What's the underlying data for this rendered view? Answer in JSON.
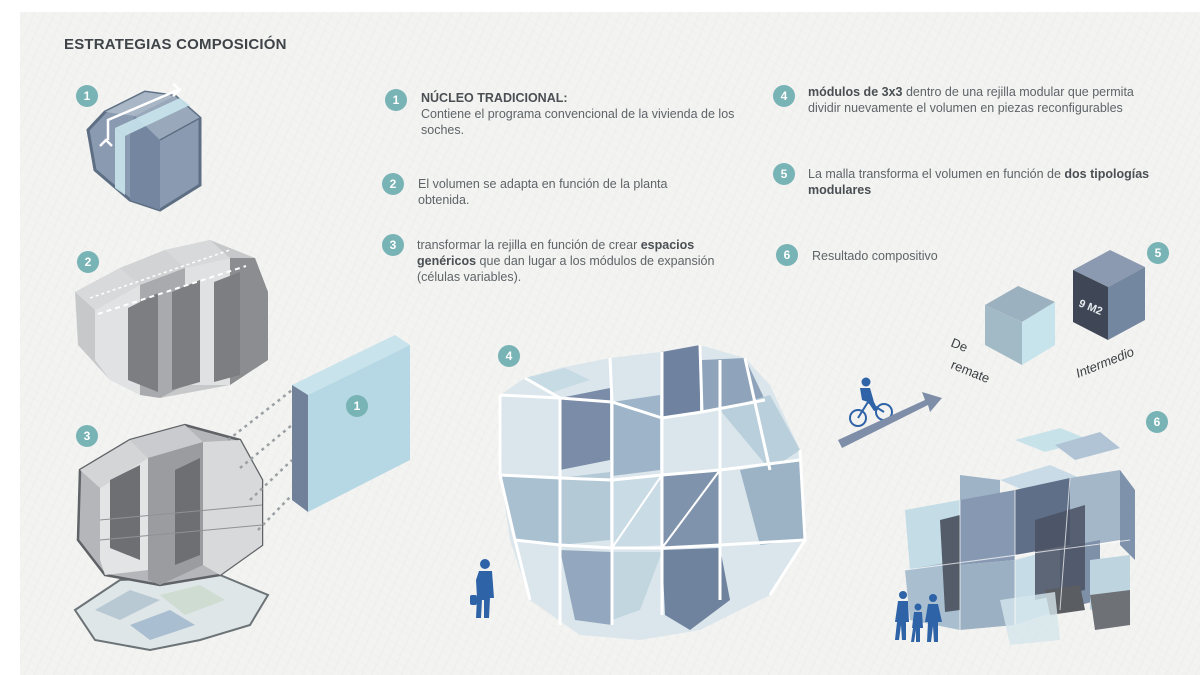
{
  "title": "ESTRATEGIAS COMPOSICIÓN",
  "steps": [
    {
      "number": "1",
      "heading": "NÚCLEO TRADICIONAL:",
      "text": "Contiene el programa convencional de la vivienda de los soches."
    },
    {
      "number": "2",
      "text": "El volumen se adapta en función de la planta obtenida."
    },
    {
      "number": "3",
      "text_before": "transformar la rejilla en función de crear",
      "bold": "espacios genéricos",
      "text_after": "que dan lugar a los módulos de expansión (células variables)."
    },
    {
      "number": "4",
      "bold": "módulos de 3x3",
      "text_after": "dentro de una rejilla modular que permita dividir nuevamente el volumen en piezas reconfigurables"
    },
    {
      "number": "5",
      "text_before": "La malla transforma el volumen en función de",
      "bold": "dos tipologías modulares"
    },
    {
      "number": "6",
      "text": "Resultado compositivo"
    }
  ],
  "diagram_badges": {
    "d1": "1",
    "d2": "2",
    "d3": "3",
    "d3_core": "1",
    "d4": "4",
    "d5": "5",
    "d6": "6"
  },
  "modules": {
    "remate_line1": "De",
    "remate_line2": "remate",
    "intermedio": "Intermedio",
    "area": "9 M2"
  },
  "colors": {
    "accent_badge": "#78b3b6",
    "light_blue": "#b7d9e4",
    "slate_blue": "#7d8ea6",
    "grey": "#8d8f92",
    "figure_blue": "#2f63a8"
  },
  "icons": [
    "cyclist-icon",
    "pedestrian-icon",
    "family-icon",
    "arrow-icon"
  ]
}
